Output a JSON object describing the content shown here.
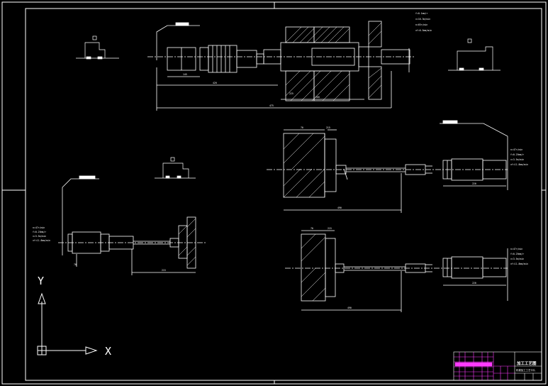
{
  "axes": {
    "x_label": "X",
    "y_label": "Y"
  },
  "title_block": {
    "title": "加工工艺图",
    "subtitle": "机械加工工艺卡片"
  },
  "annotations": {
    "params_top_right": [
      "f=0.1mm/r",
      "v=16.3m/min",
      "n=65r/min",
      "vf=6.5mm/min"
    ],
    "params_mid_right": [
      "n=47r/min",
      "f=0.25mm/r",
      "v=3.5m/min",
      "vf=11.8mm/min"
    ],
    "params_low_right": [
      "n=47r/min",
      "f=0.25mm/r",
      "v=3.5m/min",
      "vf=11.8mm/min"
    ],
    "params_left": [
      "n=47r/min",
      "f=0.25mm/r",
      "v=3.5m/min",
      "vf=11.8mm/min"
    ],
    "dims_top": [
      "145",
      "420",
      "475",
      "260",
      "225"
    ],
    "dims_mid": [
      "70",
      "215",
      "220",
      "490"
    ],
    "dims_low": [
      "70",
      "215",
      "220",
      "490"
    ],
    "dims_left": [
      "70",
      "215"
    ]
  }
}
